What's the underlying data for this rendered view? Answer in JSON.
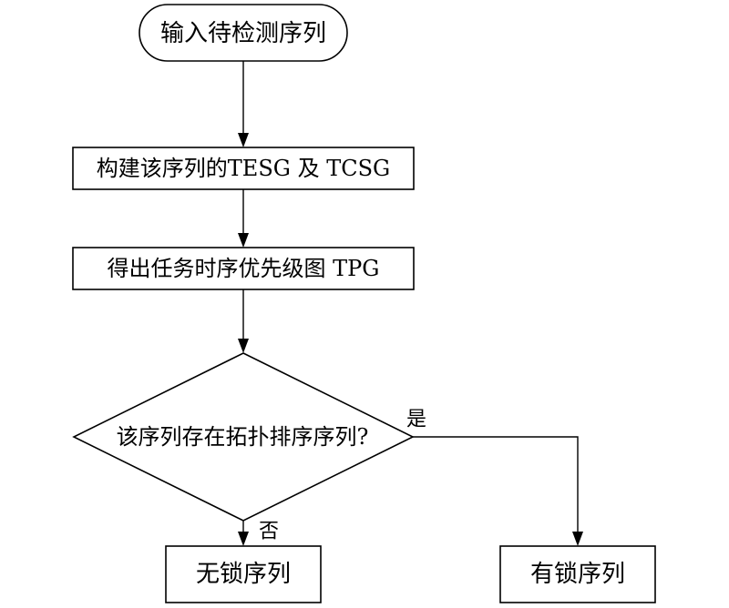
{
  "nodes": {
    "start": "输入待检测序列",
    "build": "构建该序列的TESG 及 TCSG",
    "derive": "得出任务时序优先级图 TPG",
    "decision": "该序列存在拓扑排序序列?",
    "no_lock": "无锁序列",
    "has_lock": "有锁序列"
  },
  "edges": {
    "yes": "是",
    "no": "否"
  }
}
